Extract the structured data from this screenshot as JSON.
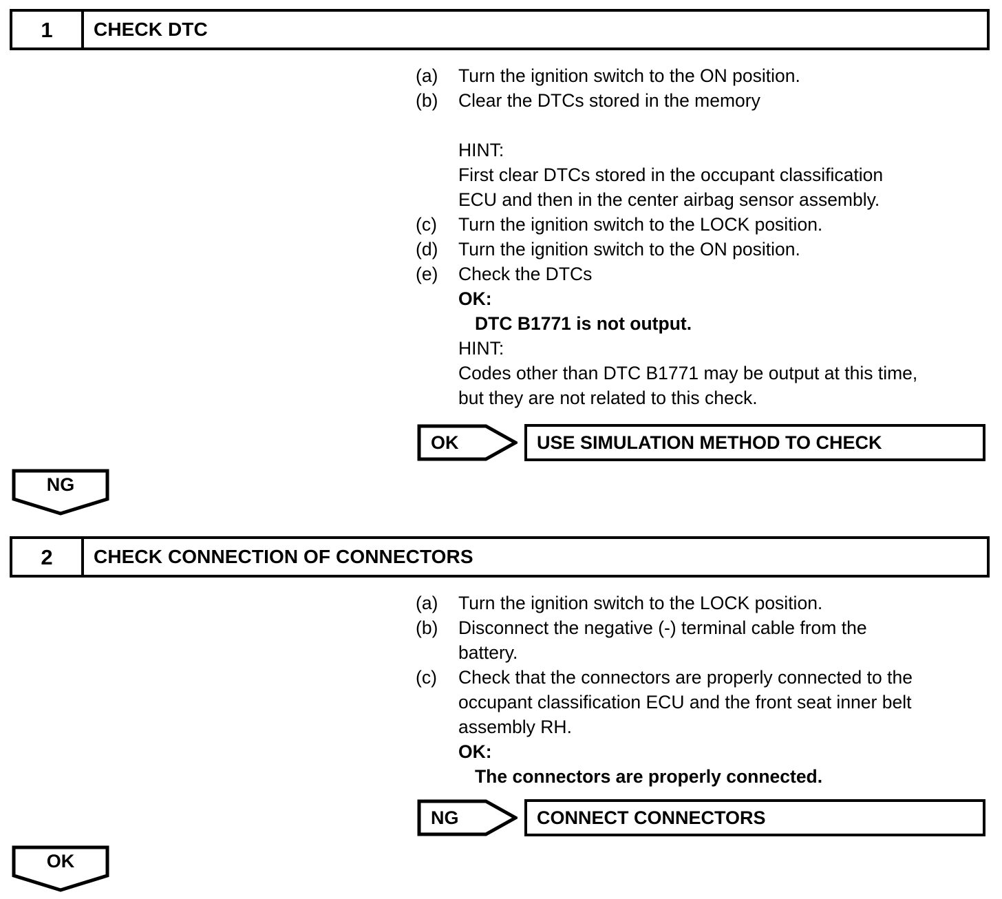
{
  "document": {
    "type": "diagnostic-troubleshooting-flowchart",
    "dtc_code": "B1771"
  },
  "steps": [
    {
      "number": "1",
      "title": "CHECK DTC",
      "procedures": [
        {
          "label": "(a)",
          "text": "Turn the ignition switch to the ON position."
        },
        {
          "label": "(b)",
          "text": "Clear the DTCs stored in the memory"
        },
        {
          "label": "",
          "text": ""
        },
        {
          "label": "",
          "text": "HINT:"
        },
        {
          "label": "",
          "text": "First clear DTCs stored in the occupant classification"
        },
        {
          "label": "",
          "text": "ECU and then in the center airbag sensor assembly."
        },
        {
          "label": "(c)",
          "text": "Turn the ignition switch to the LOCK position."
        },
        {
          "label": "(d)",
          "text": "Turn the ignition switch to the ON position."
        },
        {
          "label": "(e)",
          "text": "Check the DTCs"
        },
        {
          "label": "",
          "text": "OK:"
        },
        {
          "label": "",
          "text": "DTC B1771 is not output."
        },
        {
          "label": "",
          "text": "HINT:"
        },
        {
          "label": "",
          "text": "Codes other than DTC B1771 may be output at this time,"
        },
        {
          "label": "",
          "text": "but they are not related to this check."
        }
      ],
      "result": {
        "tag": "OK",
        "action": "USE SIMULATION METHOD TO CHECK"
      },
      "connector": {
        "tag": "NG"
      }
    },
    {
      "number": "2",
      "title": "CHECK CONNECTION OF CONNECTORS",
      "procedures": [
        {
          "label": "(a)",
          "text": "Turn the ignition switch to the LOCK position."
        },
        {
          "label": "(b)",
          "text": "Disconnect the negative (-) terminal cable from the"
        },
        {
          "label": "",
          "text": "battery."
        },
        {
          "label": "(c)",
          "text": "Check that the connectors are properly connected to the"
        },
        {
          "label": "",
          "text": "occupant classification ECU and the front seat inner belt"
        },
        {
          "label": "",
          "text": "assembly RH."
        },
        {
          "label": "",
          "text": "OK:"
        },
        {
          "label": "",
          "text": "The connectors are properly connected."
        }
      ],
      "result": {
        "tag": "NG",
        "action": "CONNECT CONNECTORS"
      },
      "connector": {
        "tag": "OK"
      }
    }
  ],
  "colors": {
    "ink": "#000000",
    "paper": "#ffffff"
  }
}
